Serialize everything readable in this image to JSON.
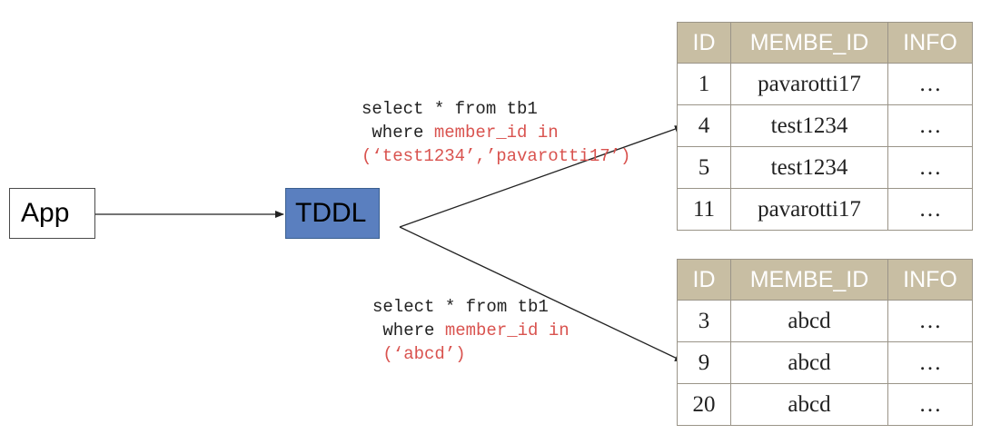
{
  "app": {
    "label": "App"
  },
  "tddl": {
    "label": "TDDL"
  },
  "query1": {
    "line1": "select * from tb1",
    "line2_pre": " where ",
    "line2_hl": "member_id in",
    "line3": "(‘test1234’,’pavarotti17’)"
  },
  "query2": {
    "line1": "select * from tb1",
    "line2_pre": " where ",
    "line2_hl": "member_id in",
    "line3": " (‘abcd’)"
  },
  "table1": {
    "headers": [
      "ID",
      "MEMBE_ID",
      "INFO"
    ],
    "rows": [
      [
        "1",
        "pavarotti17",
        "…"
      ],
      [
        "4",
        "test1234",
        "…"
      ],
      [
        "5",
        "test1234",
        "…"
      ],
      [
        "11",
        "pavarotti17",
        "…"
      ]
    ]
  },
  "table2": {
    "headers": [
      "ID",
      "MEMBE_ID",
      "INFO"
    ],
    "rows": [
      [
        "3",
        "abcd",
        "…"
      ],
      [
        "9",
        "abcd",
        "…"
      ],
      [
        "20",
        "abcd",
        "…"
      ]
    ]
  },
  "colors": {
    "tddl_fill": "#5a7fbf",
    "header_fill": "#c8bea3",
    "highlight_text": "#d9534f"
  }
}
